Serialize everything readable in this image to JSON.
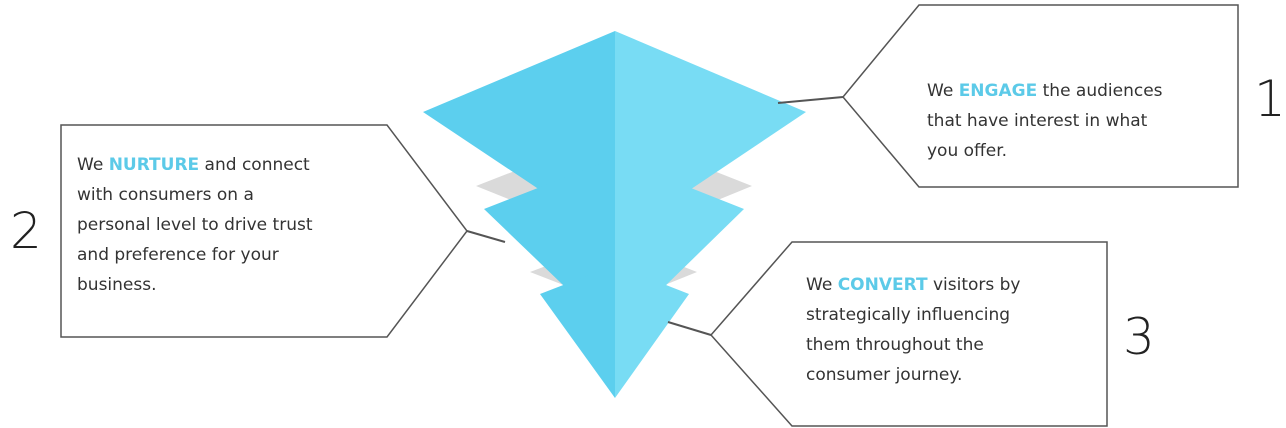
{
  "colors": {
    "funnel_dark": "#5CCFEE",
    "funnel_light": "#78DCF4",
    "funnel_shadow": "#DADADA",
    "keyword": "#5CCAE8",
    "stroke": "#555555",
    "text": "#333333"
  },
  "steps": [
    {
      "number": "1",
      "prefix": "We ",
      "keyword": "ENGAGE",
      "lines": [
        " the audiences",
        "that have interest in what",
        "you offer."
      ]
    },
    {
      "number": "2",
      "prefix": "We ",
      "keyword": "NURTURE",
      "lines": [
        " and connect",
        "with consumers on a",
        "personal level to drive trust",
        "and preference for your",
        "business."
      ]
    },
    {
      "number": "3",
      "prefix": "We ",
      "keyword": "CONVERT",
      "lines": [
        " visitors by",
        "strategically influencing",
        "them throughout the",
        "consumer journey."
      ]
    }
  ]
}
